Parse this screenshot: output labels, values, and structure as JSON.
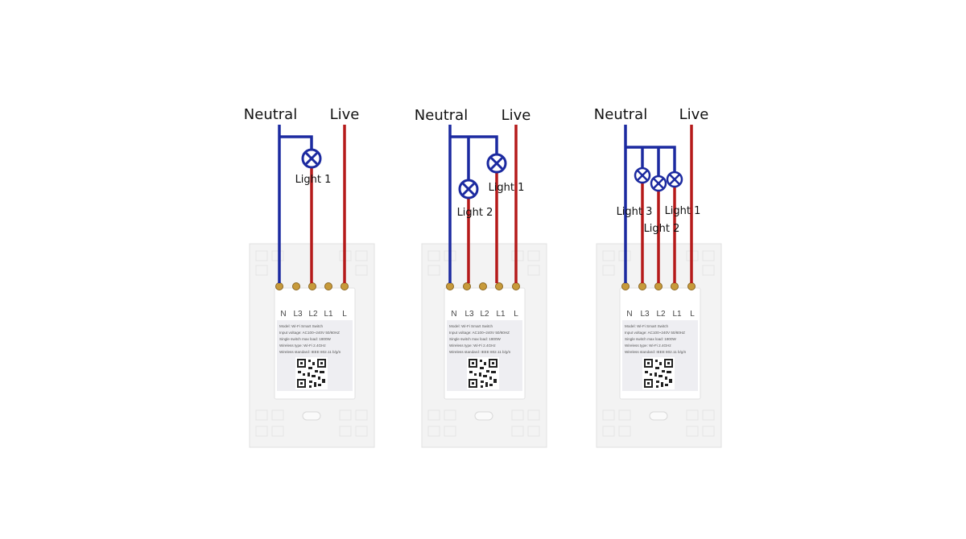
{
  "labels": {
    "neutral": "Neutral",
    "live": "Live"
  },
  "terminal_labels": [
    "N",
    "L3",
    "L2",
    "L1",
    "L"
  ],
  "spec_lines": [
    "Model:    Wi-Fi Smart Switch",
    "Input voltage:   AC100~240V  50/60HZ",
    "Single switch max load:   1800W",
    "Wireless type:   Wi-Fi 2.4GHz",
    "Wireless standard:   IEEE 802.11 b/g/n"
  ],
  "lights": {
    "light1": "Light 1",
    "light2": "Light 2",
    "light3": "Light 3"
  },
  "colors": {
    "neutral_wire": "#1c2aa0",
    "live_wire": "#b51a1a",
    "lamp": "#1c2aa0",
    "plate": "#f2f2f2",
    "module": "#ffffff",
    "spec_panel": "#eeeef2"
  }
}
